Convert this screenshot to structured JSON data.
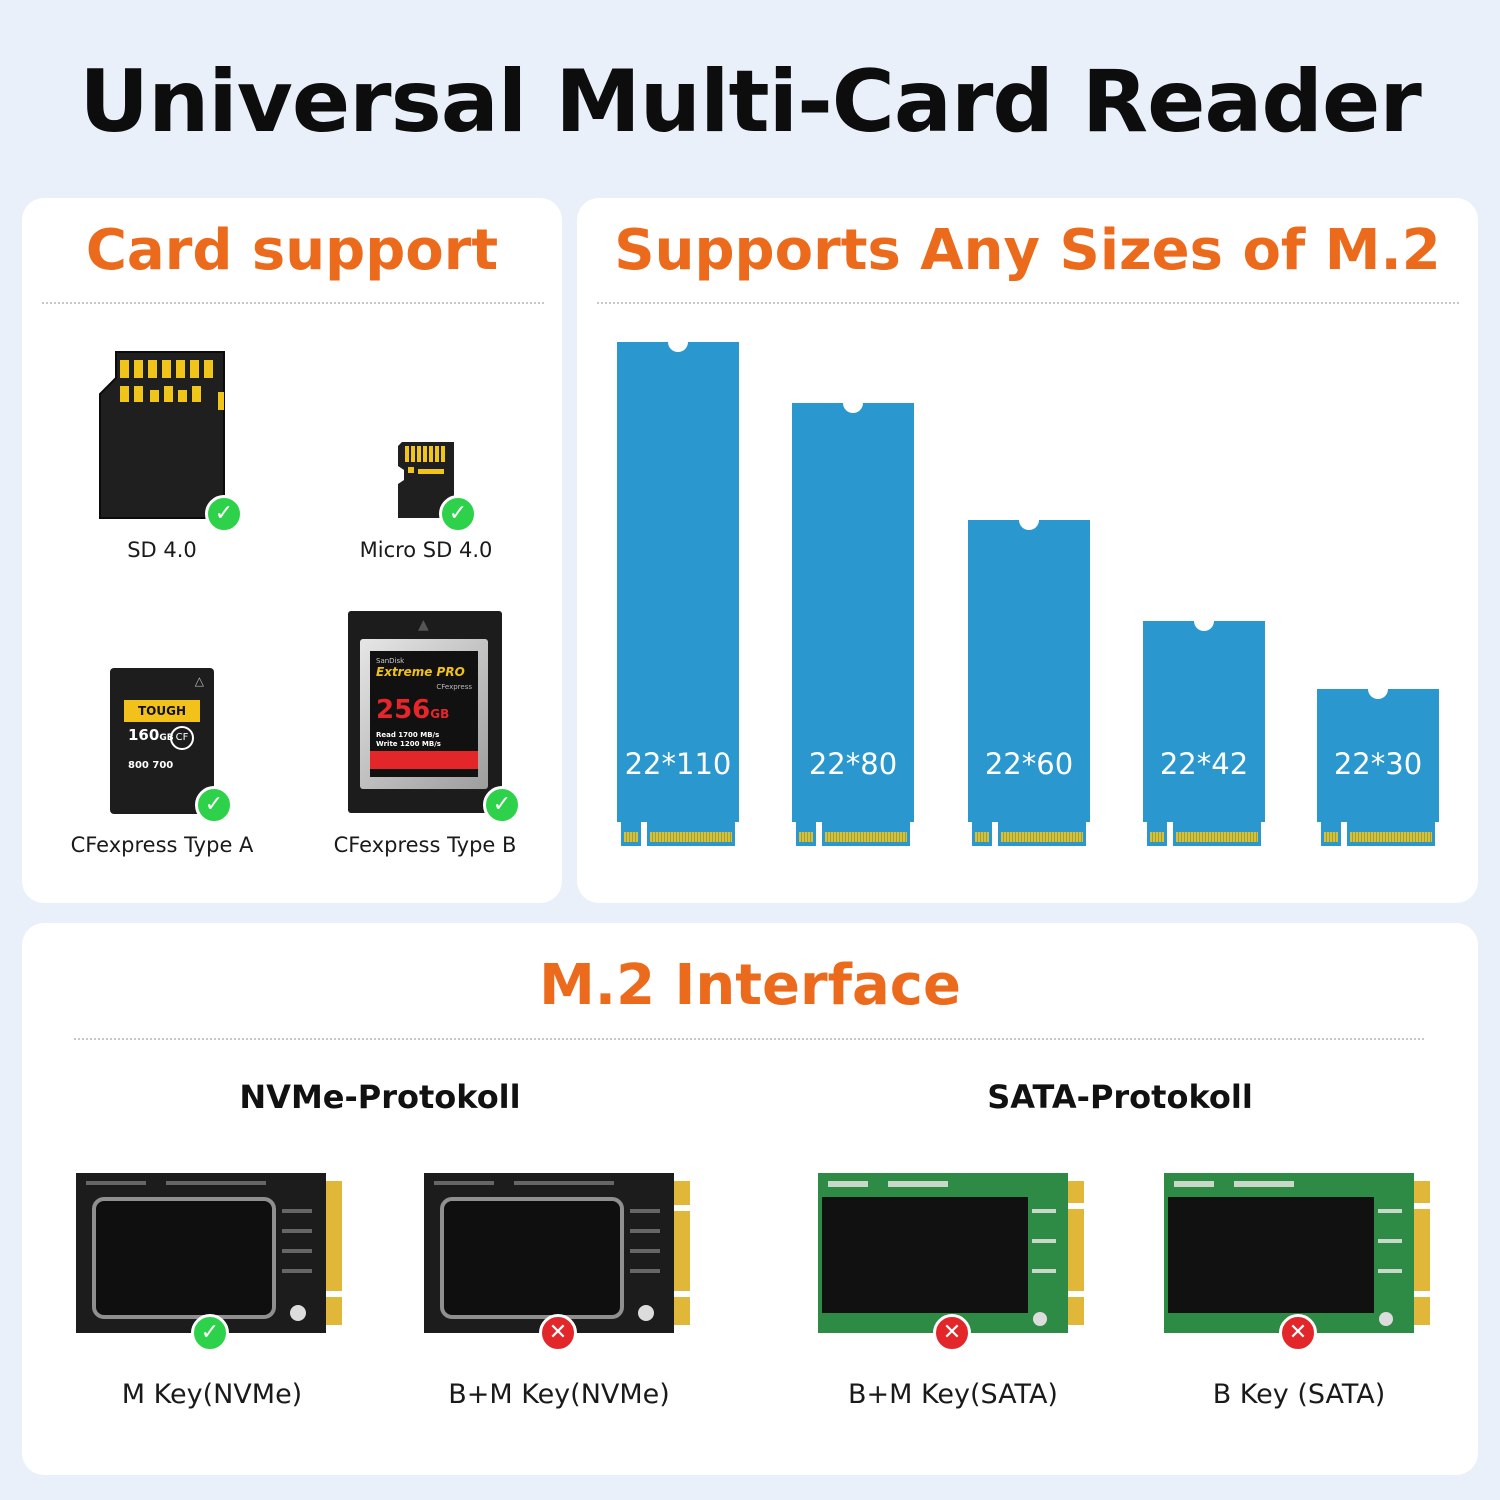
{
  "title": "Universal Multi-Card Reader",
  "card_support": {
    "heading": "Card support",
    "cards": [
      {
        "label": "SD 4.0",
        "supported": true
      },
      {
        "label": "Micro SD 4.0",
        "supported": true
      },
      {
        "label": "CFexpress Type A",
        "supported": true,
        "brand": "TOUGH",
        "capacity": "160",
        "unit": "GB",
        "speeds": "800  700"
      },
      {
        "label": "CFexpress Type B",
        "supported": true,
        "brand": "SanDisk",
        "product": "Extreme PRO",
        "sub": "CFexpress",
        "capacity": "256",
        "unit": "GB",
        "read": "Read 1700 MB/s",
        "write": "Write 1200 MB/s"
      }
    ],
    "colors": {
      "heading": "#ec6a1c",
      "check": "#2ed14a"
    }
  },
  "m2_sizes": {
    "heading": "Supports Any Sizes of M.2",
    "sizes": [
      {
        "label": "22*110"
      },
      {
        "label": "22*80"
      },
      {
        "label": "22*60"
      },
      {
        "label": "22*42"
      },
      {
        "label": "22*30"
      }
    ],
    "colors": {
      "stick": "#2a97ce"
    }
  },
  "interface": {
    "heading": "M.2 Interface",
    "protocols": [
      {
        "title": "NVMe-Protokoll"
      },
      {
        "title": "SATA-Protokoll"
      }
    ],
    "modules": [
      {
        "label": "M Key(NVMe)",
        "supported": true,
        "board": "black"
      },
      {
        "label": "B+M Key(NVMe)",
        "supported": false,
        "board": "black"
      },
      {
        "label": "B+M Key(SATA)",
        "supported": false,
        "board": "green"
      },
      {
        "label": "B Key (SATA)",
        "supported": false,
        "board": "green"
      }
    ],
    "colors": {
      "cross": "#e3262a"
    }
  }
}
